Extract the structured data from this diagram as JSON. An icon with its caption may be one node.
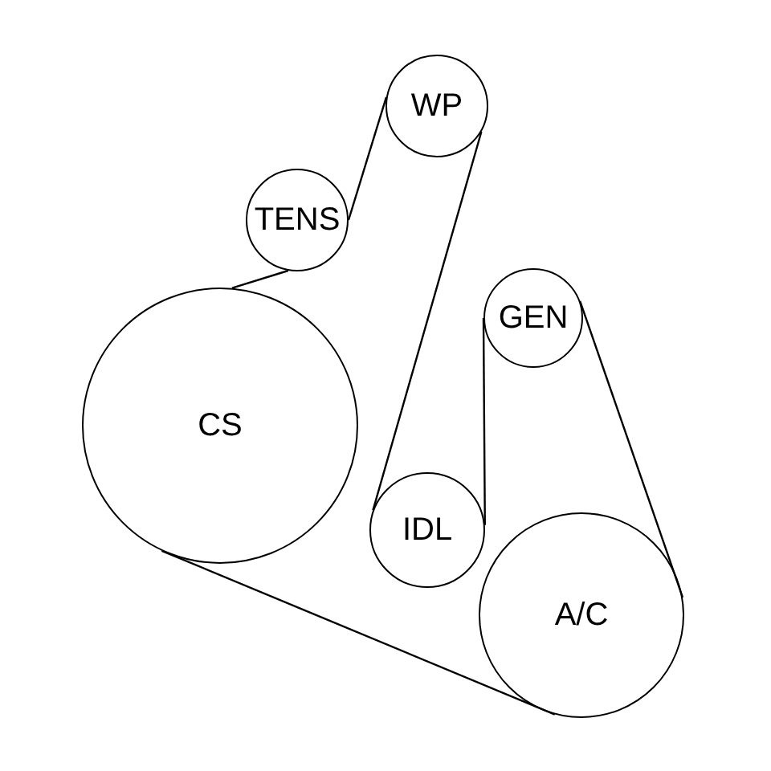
{
  "diagram": {
    "nodes": [
      {
        "text": [
          "WP"
        ]
      },
      {
        "text": [
          "TENS"
        ]
      },
      {
        "text": [
          "GEN"
        ]
      },
      {
        "text": [
          "CS"
        ]
      },
      {
        "text": [
          "IDL"
        ]
      },
      {
        "text": [
          "A/C"
        ]
      }
    ],
    "edges": [
      {
        "from": 3,
        "to": 1,
        "arrow": "none"
      },
      {
        "from": 1,
        "to": 0,
        "arrow": "none"
      },
      {
        "from": 0,
        "to": 4,
        "arrow": "none"
      },
      {
        "from": 4,
        "to": 2,
        "arrow": "none"
      },
      {
        "from": 2,
        "to": 5,
        "arrow": "none"
      },
      {
        "from": 5,
        "to": 3,
        "arrow": "none"
      }
    ]
  }
}
